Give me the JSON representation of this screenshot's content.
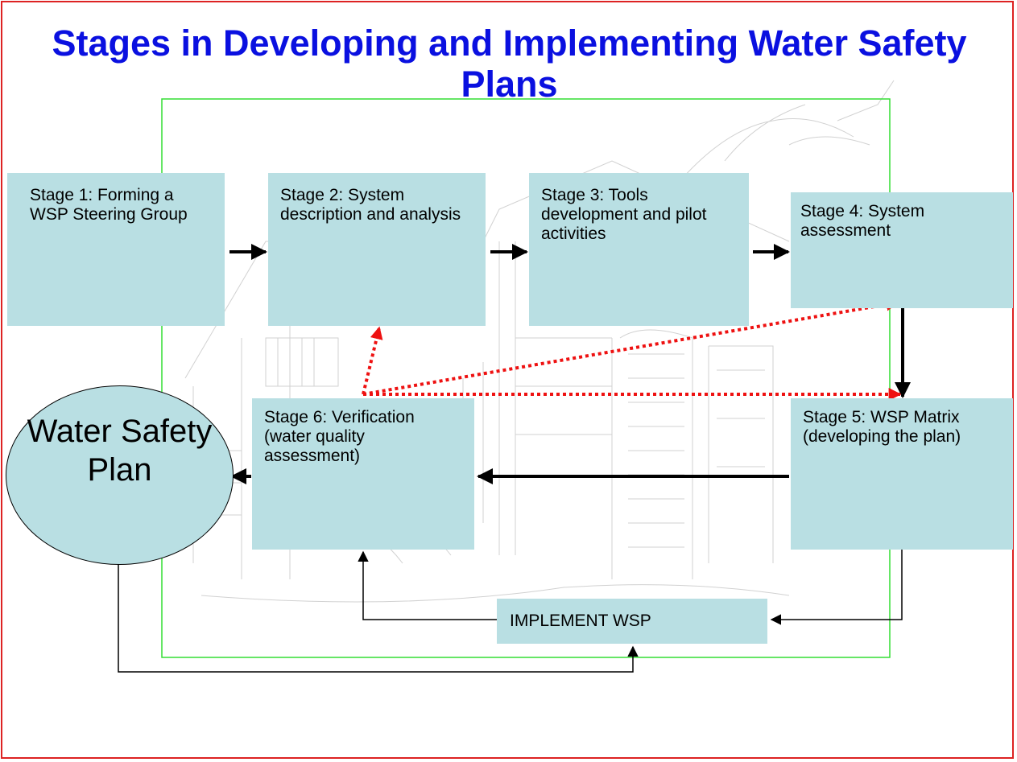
{
  "title": "Stages in Developing and Implementing Water Safety Plans",
  "stages": [
    {
      "label": "Stage 1: Forming a WSP Steering Group"
    },
    {
      "label": "Stage 2: System description and analysis"
    },
    {
      "label": "Stage 3: Tools development and pilot activities"
    },
    {
      "label": "Stage 4: System assessment"
    },
    {
      "label": "Stage 5: WSP Matrix (developing the plan)"
    },
    {
      "label": "Stage 6: Verification (water quality assessment)"
    }
  ],
  "implement": {
    "label": "IMPLEMENT WSP"
  },
  "outcome": {
    "label": "Water Safety Plan"
  },
  "colors": {
    "title": "#0a10e0",
    "box_fill": "#b9dfe3",
    "frame_green": "#33dd33",
    "border_red": "#dd2222",
    "feedback_arrow": "#ee1111"
  }
}
